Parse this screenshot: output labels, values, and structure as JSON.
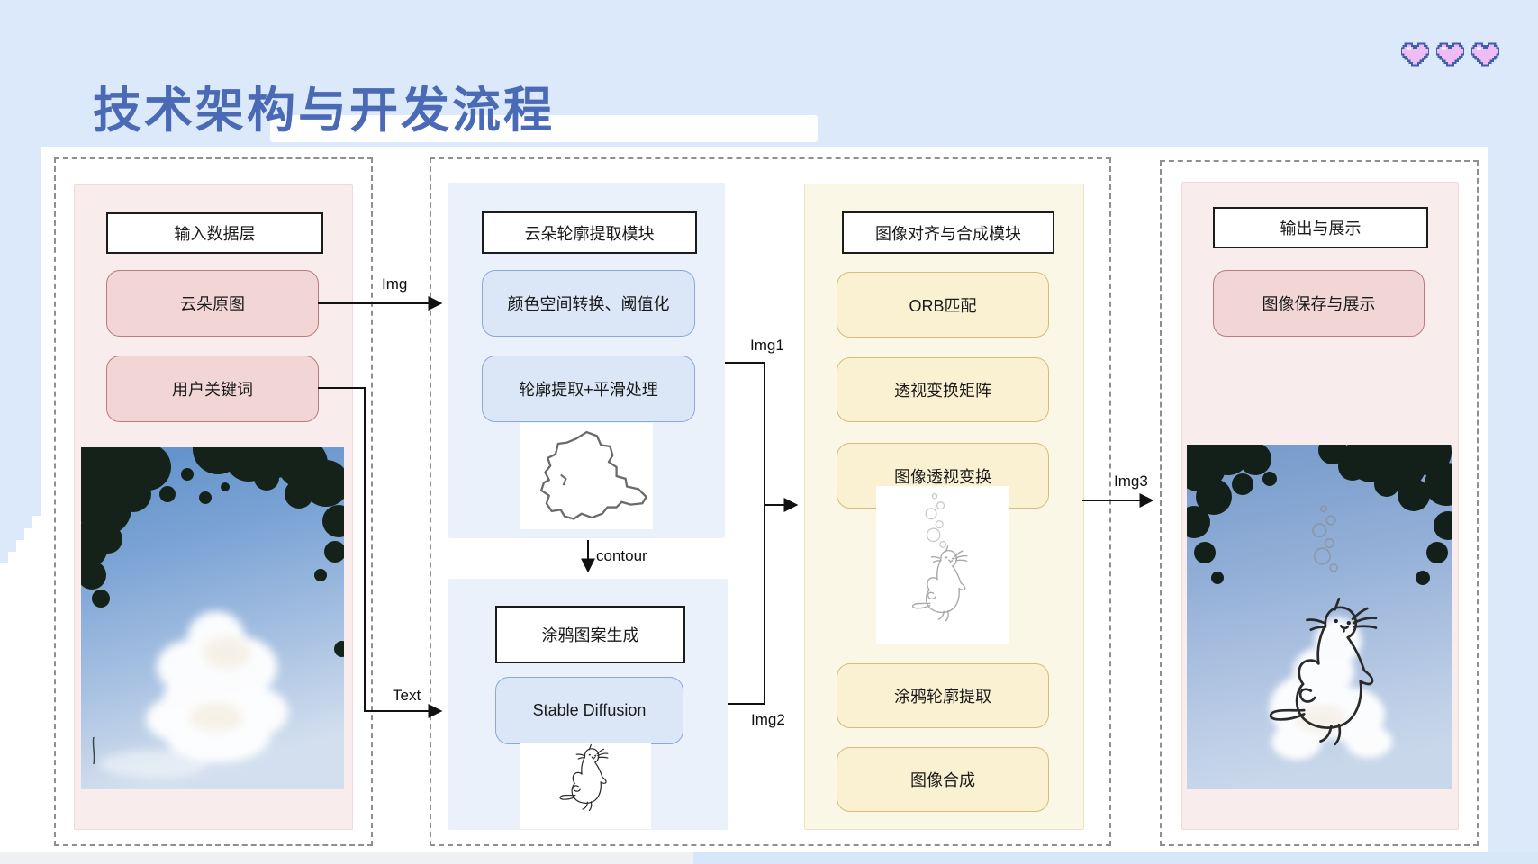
{
  "title": "技术架构与开发流程",
  "hearts": {
    "count": 3,
    "fill": "#efbcf3",
    "outline": "#3e5fae"
  },
  "colors": {
    "background": "#dbe9fa",
    "title": "#4a6ab6",
    "panel_pink": "#f8ecec",
    "panel_blue": "#ebf1fb",
    "panel_yellow": "#fbf7e7",
    "box_pink": "#f2d6d6",
    "box_blue": "#dbe6f7",
    "box_yellow": "#faf1d2",
    "arrow": "#111111"
  },
  "input_panel": {
    "header": "输入数据层",
    "boxes": [
      "云朵原图",
      "用户关键词"
    ]
  },
  "contour_module": {
    "header": "云朵轮廓提取模块",
    "boxes": [
      "颜色空间转换、阈值化",
      "轮廓提取+平滑处理"
    ]
  },
  "doodle_module": {
    "header": "涂鸦图案生成",
    "boxes": [
      "Stable Diffusion"
    ]
  },
  "align_module": {
    "header": "图像对齐与合成模块",
    "boxes": [
      "ORB匹配",
      "透视变换矩阵",
      "图像透视变换",
      "涂鸦轮廓提取",
      "图像合成"
    ]
  },
  "output_panel": {
    "header": "输出与展示",
    "boxes": [
      "图像保存与展示"
    ]
  },
  "arrow_labels": {
    "img": "Img",
    "text": "Text",
    "contour": "contour",
    "img1": "Img1",
    "img2": "Img2",
    "img3": "Img3"
  }
}
